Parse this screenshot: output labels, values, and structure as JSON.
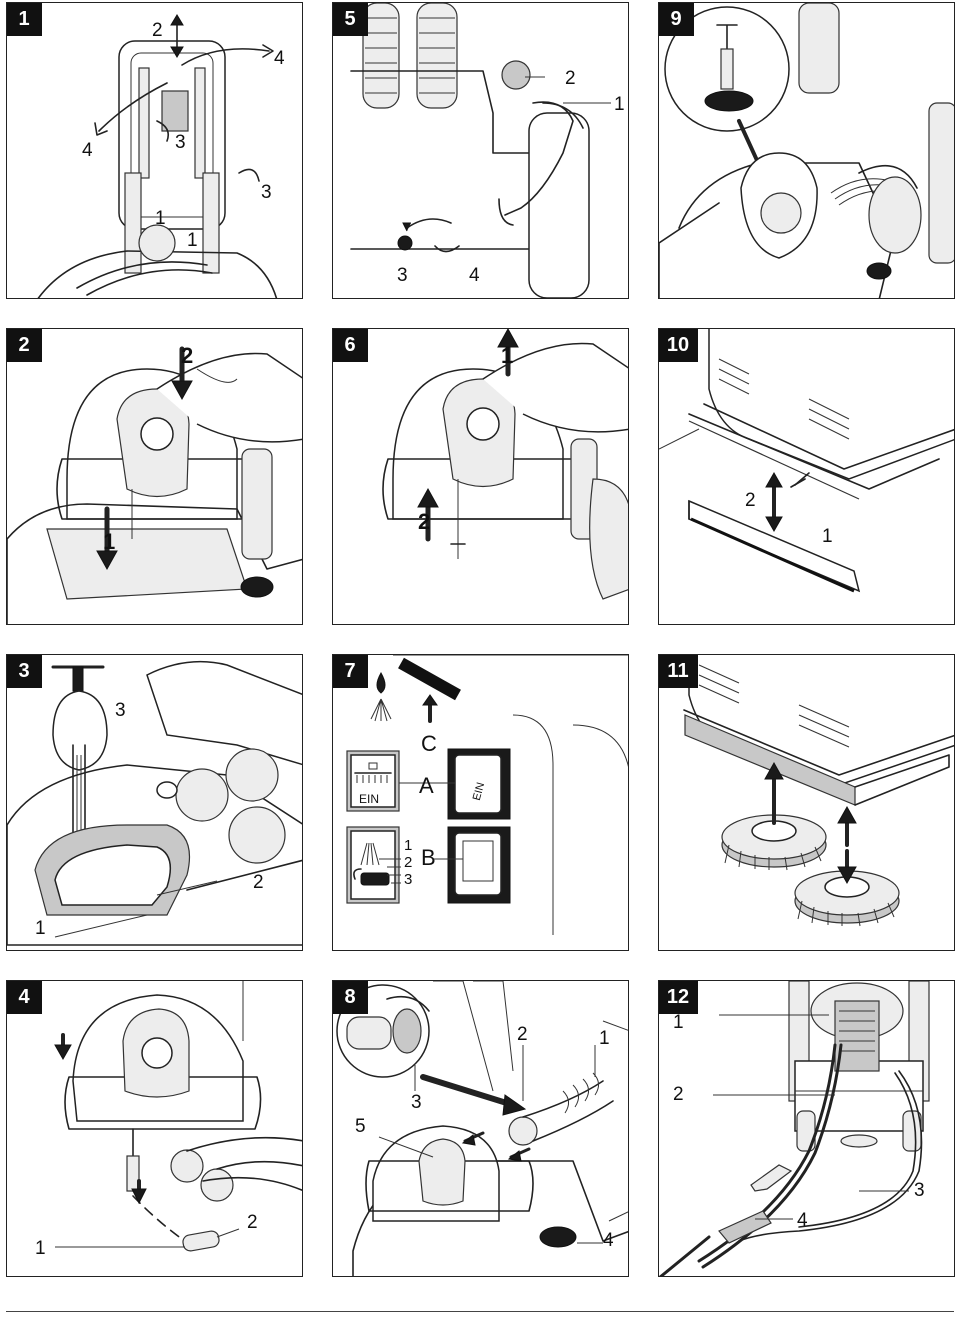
{
  "panels": [
    {
      "id": "1",
      "labels": [
        "2",
        "4",
        "4",
        "3",
        "3",
        "1",
        "1"
      ]
    },
    {
      "id": "5",
      "labels": [
        "2",
        "1",
        "3",
        "4"
      ]
    },
    {
      "id": "9",
      "labels": []
    },
    {
      "id": "2",
      "labels": [
        "2",
        "1"
      ]
    },
    {
      "id": "6",
      "labels": [
        "1",
        "2"
      ]
    },
    {
      "id": "10",
      "labels": [
        "2",
        "1"
      ]
    },
    {
      "id": "3",
      "labels": [
        "3",
        "2",
        "1"
      ]
    },
    {
      "id": "7",
      "labels": [
        "C",
        "A",
        "B",
        "1",
        "2",
        "3"
      ],
      "switch_text": "EIN"
    },
    {
      "id": "11",
      "labels": []
    },
    {
      "id": "4",
      "labels": [
        "2",
        "1"
      ]
    },
    {
      "id": "8",
      "labels": [
        "2",
        "1",
        "3",
        "5",
        "4"
      ]
    },
    {
      "id": "12",
      "labels": [
        "1",
        "2",
        "3",
        "4"
      ]
    }
  ]
}
